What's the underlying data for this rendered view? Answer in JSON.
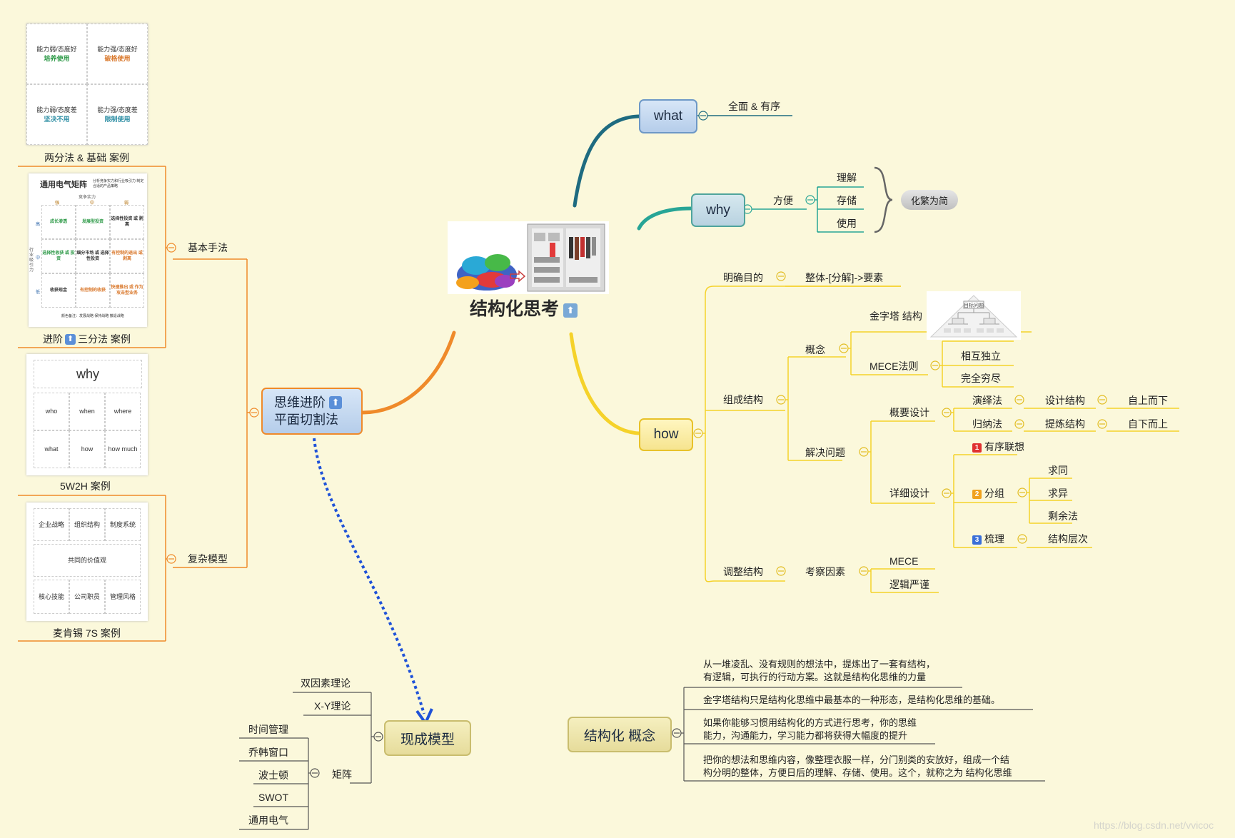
{
  "central": {
    "title": "结构化思考",
    "icon": "top-icon"
  },
  "what": {
    "label": "what",
    "child": "全面 & 有序"
  },
  "why": {
    "label": "why",
    "child": "方便",
    "items": [
      "理解",
      "存储",
      "使用"
    ],
    "summary": "化繁为简"
  },
  "how": {
    "label": "how",
    "goal": {
      "label": "明确目的",
      "child": "整体-[分解]->要素"
    },
    "compose": {
      "label": "组成结构",
      "concept": {
        "label": "概念",
        "pyramid": "金字塔 结构",
        "pyramid_top": "目标问题",
        "mece": "MECE法则",
        "mece_items": [
          "相互独立",
          "完全穷尽"
        ]
      },
      "solve": {
        "label": "解决问题",
        "overview": {
          "label": "概要设计",
          "rows": [
            [
              "演绎法",
              "设计结构",
              "自上而下"
            ],
            [
              "归纳法",
              "提炼结构",
              "自下而上"
            ]
          ]
        },
        "detail": {
          "label": "详细设计",
          "items": [
            {
              "num": "1",
              "label": "有序联想"
            },
            {
              "num": "2",
              "label": "分组",
              "children": [
                "求同",
                "求异",
                "剩余法"
              ]
            },
            {
              "num": "3",
              "label": "梳理",
              "children": [
                "结构层次"
              ]
            }
          ]
        }
      }
    },
    "adjust": {
      "label": "调整结构",
      "child": "考察因素",
      "items": [
        "MECE",
        "逻辑严谨"
      ]
    }
  },
  "concept_node": {
    "label": "结构化 概念",
    "notes": [
      "从一堆凌乱、没有规则的想法中，提炼出了一套有结构，",
      "有逻辑，可执行的行动方案。这就是结构化思维的力量",
      "金字塔结构只是结构化思维中最基本的一种形态，是结构化思维的基础。",
      "如果你能够习惯用结构化的方式进行思考，你的思维",
      "能力，沟通能力，学习能力都将获得大幅度的提升",
      "把你的想法和思维内容，像整理衣服一样，分门别类的安放好，组成一个结",
      "构分明的整体，方便日后的理解、存储、使用。这个，就称之为 结构化思维"
    ]
  },
  "advanced": {
    "label_line1": "思维进阶",
    "label_line2": "平面切割法",
    "basic": "基本手法",
    "complex": "复杂模型",
    "cases": {
      "two": {
        "caption": "两分法 & 基础 案例",
        "cells": [
          {
            "top": "能力弱/态度好",
            "bottom": "培养使用",
            "tone": "green"
          },
          {
            "top": "能力强/态度好",
            "bottom": "破格使用",
            "tone": "orange"
          },
          {
            "top": "能力弱/态度差",
            "bottom": "坚决不用",
            "tone": "teal"
          },
          {
            "top": "能力强/态度差",
            "bottom": "限制使用",
            "tone": "teal"
          }
        ]
      },
      "three": {
        "caption_prefix": "进阶",
        "caption_suffix": "三分法 案例",
        "title": "通用电气矩阵",
        "note": "分析竞争实力和行业吸引力 制定合适的产品策略",
        "header": "竞争实力",
        "cols": [
          "强",
          "中",
          "弱"
        ],
        "rows_label": "行业吸引力",
        "rows": [
          "高",
          "中",
          "低"
        ],
        "cells": [
          [
            "成长渗透",
            "发展型投资",
            "选择性投资 或 剥离"
          ],
          [
            "选择性收获 或 投资",
            "细分市场 或 选择性投资",
            "有控制的退出 或 剥离"
          ],
          [
            "收获现金",
            "有控制的收获",
            "快速推出 或 作为 攻击型业务"
          ]
        ],
        "legend": "颜色备注：发展战略 保持战略 撤退战略"
      },
      "w2h": {
        "caption": "5W2H 案例",
        "title": "why",
        "cells": [
          "who",
          "when",
          "where",
          "what",
          "how",
          "how much"
        ]
      },
      "seven": {
        "caption": "麦肯锡 7S 案例",
        "top": [
          "企业战略",
          "组织结构",
          "制度系统"
        ],
        "middle": "共同的价值观",
        "bottom": [
          "核心技能",
          "公司职员",
          "管理风格"
        ]
      }
    }
  },
  "models": {
    "label": "现成模型",
    "items": [
      "双因素理论",
      "X-Y理论"
    ],
    "matrix": "矩阵",
    "matrix_items": [
      "时间管理",
      "乔韩窗口",
      "波士顿",
      "SWOT",
      "通用电气"
    ]
  },
  "watermark": "https://blog.csdn.net/vvicoc",
  "colors": {
    "background": "#fbf8db",
    "what": "#1e6b80",
    "why": "#27a596",
    "how": "#f5d22a",
    "advanced": "#ef8a2a",
    "arrow": "#1f52d8"
  }
}
